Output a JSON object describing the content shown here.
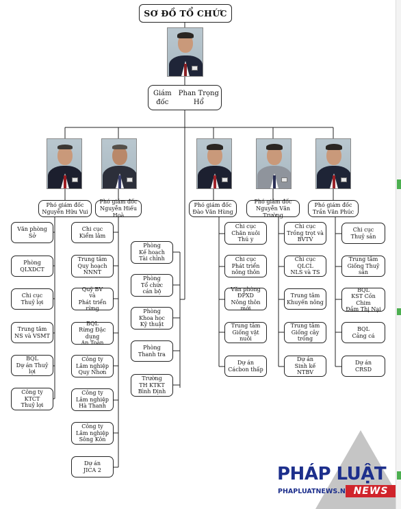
{
  "title": "SƠ ĐỒ TỔ CHỨC",
  "director": {
    "role": "Giám đốc",
    "name": "Phan Trọng Hổ"
  },
  "deputies": [
    {
      "label": "Phó giám đốc\nNguyễn Hữu Vui"
    },
    {
      "label": "Phó giám đốc\nNguyễn Hiếu Hoà"
    },
    {
      "label": "Phó giám đốc\nĐào Văn Hùng"
    },
    {
      "label": "Phó giám đốc\nNguyễn Văn Trường"
    },
    {
      "label": "Phó giám đốc\nTrần Văn Phúc"
    }
  ],
  "col1": [
    "Văn phòng Sở",
    "Phòng\nQLXDCT",
    "Chi cục\nThuỷ lợi",
    "Trung tâm\nNS và VSMT",
    "BQL\nDự án Thuỷ lợi",
    "Công ty\nKTCT\nThuỷ lợi"
  ],
  "col2": [
    "Chi cục\nKiểm lâm",
    "Trung tâm\nQuy hoạch\nNNNT",
    "Quỹ BV\nvà\nPhát triển rừng",
    "BQL\nRừng Đặc dụng\nAn Toàn",
    "Công ty\nLâm nghiệp\nQuy Nhơn",
    "Công ty\nLâm nghiệp\nHà Thanh",
    "Công ty\nLâm nghiệp\nSông Kôn",
    "Dự án\nJICA 2"
  ],
  "col_center": [
    "Phòng\nKế hoạch\nTài chính",
    "Phòng\nTổ chức\ncán bộ",
    "Phòng\nKhoa học\nKỹ thuật",
    "Phòng\nThanh tra",
    "Trường\nTH KTKT\nBình Định"
  ],
  "col3": [
    "Chi cục\nChăn nuôi\nThú y",
    "Chi cục\nPhát triển\nnông thôn",
    "Văn phòng\nĐPXD\nNông thôn mới",
    "Trung tâm\nGiống vật nuôi",
    "Dự án\nCácbon thấp"
  ],
  "col4": [
    "Chi cục\nTrồng trọt và\nBVTV",
    "Chi cục QLCL\nNLS và TS",
    "Trung tâm\nKhuyến nông",
    "Trung tâm\nGiống cây trồng",
    "Dự án\nSinh kế NTBV"
  ],
  "col5": [
    "Chi cục\nThuỷ sản",
    "Trung tâm\nGiống Thuỷ sản",
    "BQL\nKST Cồn Chim\nĐầm Thị Nại",
    "BQL\nCảng cá",
    "Dự án\nCRSD"
  ],
  "logo": {
    "main": "PHÁP LUẬT",
    "news": "NEWS",
    "url": "PHAPLUATNEWS.NET"
  },
  "colors": {
    "line": "#222222",
    "logo_blue": "#1d2f8c",
    "logo_red": "#d0242b"
  }
}
